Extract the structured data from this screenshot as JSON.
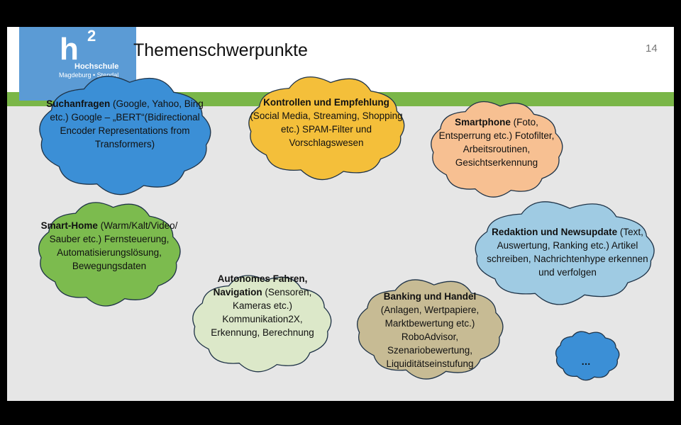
{
  "slide": {
    "title": "Themenschwerpunkte",
    "page_number": "14",
    "logo": {
      "mark": "h",
      "superscript": "2",
      "name": "Hochschule",
      "location": "Magdeburg • Stendal"
    }
  },
  "clouds": [
    {
      "id": "suchanfragen",
      "color": "#3b8fd6",
      "bold": "Suchanfragen",
      "rest": " (Google, Yahoo, Bing etc.) Google – „BERT“(Bidirectional Encoder Representations from Transformers)"
    },
    {
      "id": "kontrollen",
      "color": "#f4bf3a",
      "bold": "Kontrollen und Empfehlung",
      "rest": " (Social Media, Streaming, Shopping etc.) SPAM-Filter und Vorschlagswesen"
    },
    {
      "id": "smartphone",
      "color": "#f7c092",
      "bold": "Smartphone",
      "rest": " (Foto, Entsperrung etc.) Fotofilter, Arbeitsroutinen, Gesichtserkennung"
    },
    {
      "id": "smarthome",
      "color": "#7cbb4e",
      "bold": "Smart-Home",
      "rest": " (Warm/Kalt/Video/ Sauber etc.) Fernsteuerung, Automatisierungslösung, Bewegungsdaten"
    },
    {
      "id": "redaktion",
      "color": "#9fcbe3",
      "bold": "Redaktion und Newsupdate",
      "rest": " (Text, Auswertung, Ranking etc.) Artikel schreiben, Nachrichtenhype erkennen und verfolgen"
    },
    {
      "id": "autonom",
      "color": "#dce8c9",
      "bold": "Autonomes Fahren, Navigation",
      "rest": " (Sensoren, Kameras etc.) Kommunikation2X, Erkennung, Berechnung"
    },
    {
      "id": "banking",
      "color": "#c7bb94",
      "bold": "Banking und Handel",
      "rest": " (Anlagen, Wertpapiere, Marktbewertung etc.) RoboAdvisor, Szenariobewertung, Liquiditätseinstufung"
    },
    {
      "id": "more",
      "color": "#3b8fd6",
      "bold": "…",
      "rest": ""
    }
  ],
  "nav": {
    "back": "◄",
    "pen": "✎",
    "menu": "☰",
    "forward": "►"
  }
}
